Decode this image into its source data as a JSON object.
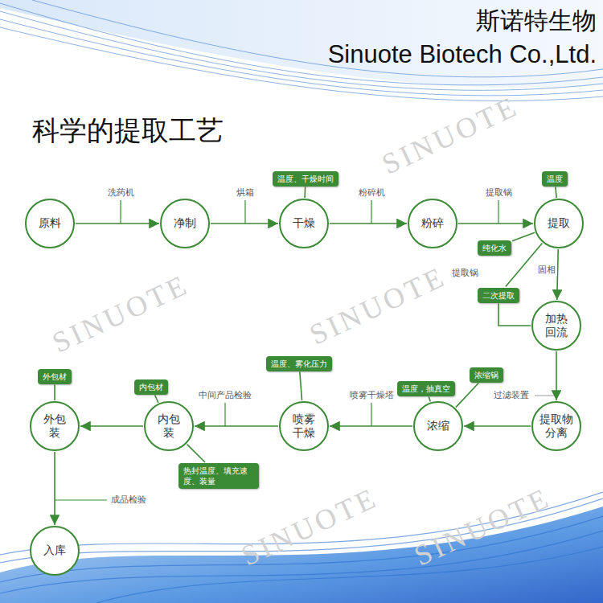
{
  "diagram": {
    "title": "科学的提取工艺",
    "nodes": [
      {
        "text": [
          "原料"
        ]
      },
      {
        "text": [
          "净制"
        ]
      },
      {
        "text": [
          "干燥"
        ]
      },
      {
        "text": [
          "粉碎"
        ]
      },
      {
        "text": [
          "提取"
        ]
      },
      {
        "text": [
          "加热 回流"
        ]
      },
      {
        "text": [
          "提取物 分离"
        ]
      },
      {
        "text": [
          "浓缩"
        ]
      },
      {
        "text": [
          "喷雾 干燥"
        ]
      },
      {
        "text": [
          "内包 装"
        ]
      },
      {
        "text": [
          "外包 装"
        ]
      },
      {
        "text": [
          "入库"
        ]
      },
      {
        "text": [
          "温度、干燥时间"
        ]
      },
      {
        "text": [
          "温度"
        ]
      },
      {
        "text": [
          "纯化水"
        ]
      },
      {
        "text": [
          "二次提取"
        ]
      },
      {
        "text": [
          "温度、雾化压力"
        ]
      },
      {
        "text": [
          "浓缩锅"
        ]
      },
      {
        "text": [
          "温度，抽真空"
        ]
      },
      {
        "text": [
          "外包材"
        ]
      },
      {
        "text": [
          "内包材"
        ]
      },
      {
        "text": [
          "热封温度、填充速度、装量"
        ]
      }
    ],
    "edges": [
      {
        "from": 0,
        "to": 1,
        "arrow": "to",
        "label": "洗药机"
      },
      {
        "from": 1,
        "to": 2,
        "arrow": "to",
        "label": "烘箱"
      },
      {
        "from": 2,
        "to": 3,
        "arrow": "to",
        "label": "粉碎机"
      },
      {
        "from": 3,
        "to": 4,
        "arrow": "to",
        "label": "提取锅"
      },
      {
        "from": 4,
        "to": 5,
        "arrow": "to"
      },
      {
        "from": 5,
        "to": 6,
        "arrow": "to"
      },
      {
        "from": 6,
        "to": 7,
        "arrow": "to"
      },
      {
        "from": 7,
        "to": 8,
        "arrow": "to",
        "label": "喷雾干燥塔"
      },
      {
        "from": 8,
        "to": 9,
        "arrow": "to",
        "label": "中间产品检验"
      },
      {
        "from": 9,
        "to": 10,
        "arrow": "to"
      },
      {
        "from": 10,
        "to": 11,
        "arrow": "to",
        "label": "成品检验"
      },
      {
        "from": 12,
        "to": 2,
        "arrow": "none"
      },
      {
        "from": 13,
        "to": 4,
        "arrow": "none"
      },
      {
        "from": 14,
        "to": 4,
        "arrow": "none"
      },
      {
        "from": 4,
        "to": 15,
        "arrow": "none",
        "label": "固相"
      },
      {
        "from": 15,
        "to": 5,
        "arrow": "none"
      },
      {
        "from": 16,
        "to": 8,
        "arrow": "none"
      },
      {
        "from": 17,
        "to": 7,
        "arrow": "none"
      },
      {
        "from": 18,
        "to": 7,
        "arrow": "none"
      },
      {
        "from": 19,
        "to": 10,
        "arrow": "none"
      },
      {
        "from": 20,
        "to": 9,
        "arrow": "none"
      },
      {
        "from": 21,
        "to": 9,
        "arrow": "none"
      }
    ],
    "labels": [
      "斯诺特生物",
      "Sinuote Biotech Co.,Ltd.",
      "提取锅",
      "过滤装置",
      "SINUOTE",
      "SINUOTE",
      "SINUOTE",
      "SINUOTE",
      "SINUOTE"
    ]
  }
}
